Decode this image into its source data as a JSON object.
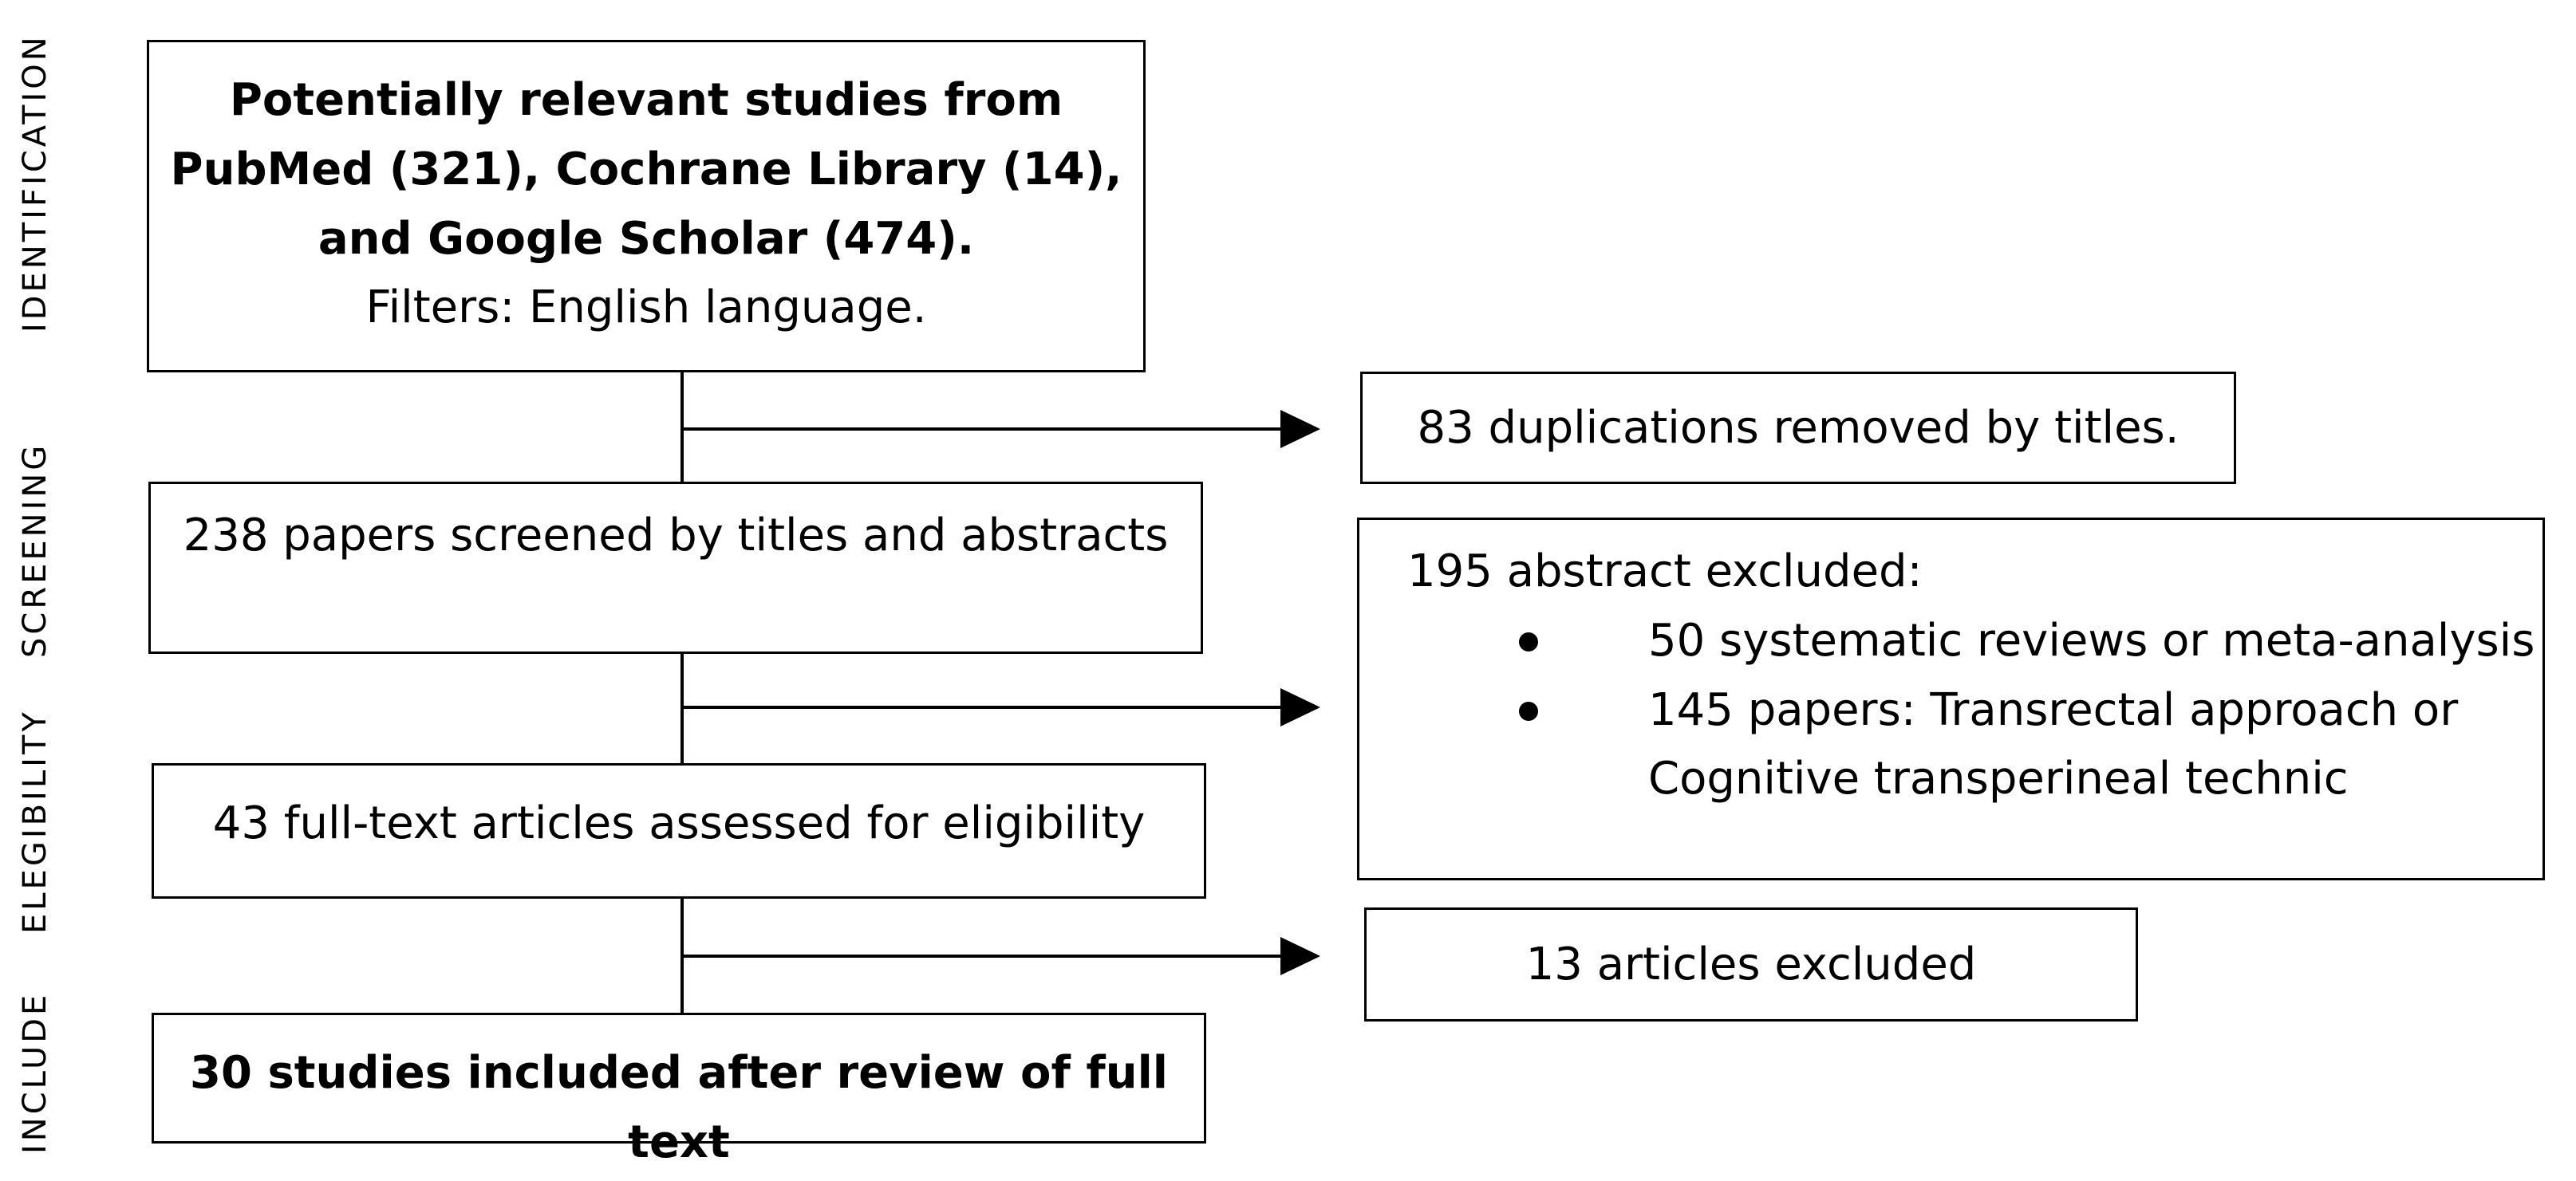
{
  "stages": {
    "identification": "IDENTIFICATION",
    "screening": "SCREENING",
    "eligibility": "ELEGIBILITY",
    "include": "INCLUDE"
  },
  "boxes": {
    "identification": {
      "line1": "Potentially relevant studies from",
      "line2": "PubMed (321), Cochrane Library (14),",
      "line3": "and Google Scholar (474).",
      "line4": "Filters: English language."
    },
    "duplications": "83 duplications removed by titles.",
    "screened": "238 papers screened by titles and abstracts",
    "excluded_abstracts": {
      "heading": "195 abstract excluded:",
      "bullet1": "50 systematic reviews or meta-analysis",
      "bullet2_line1": "145 papers: Transrectal approach or",
      "bullet2_line2": "Cognitive transperineal technic"
    },
    "full_text": "43 full-text articles assessed for eligibility",
    "articles_excluded": "13 articles excluded",
    "included": "30 studies included after review of full text"
  }
}
